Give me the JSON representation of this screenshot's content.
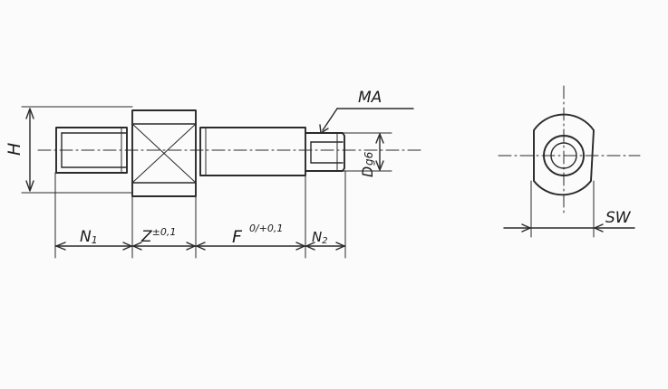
{
  "drawing": {
    "ink_color": "#2a2a2a",
    "paper_color": "#fbfbfb",
    "labels": {
      "height": "H",
      "thread": "MA",
      "diameter": "D",
      "diameter_tol": "g6",
      "across_flats": "SW",
      "n1_base": "N",
      "n1_sub": "1",
      "z_base": "Z",
      "z_tol": "±0,1",
      "f_base": "F",
      "f_tol": "0/+0,1",
      "n2_base": "N",
      "n2_sub": "2"
    }
  }
}
